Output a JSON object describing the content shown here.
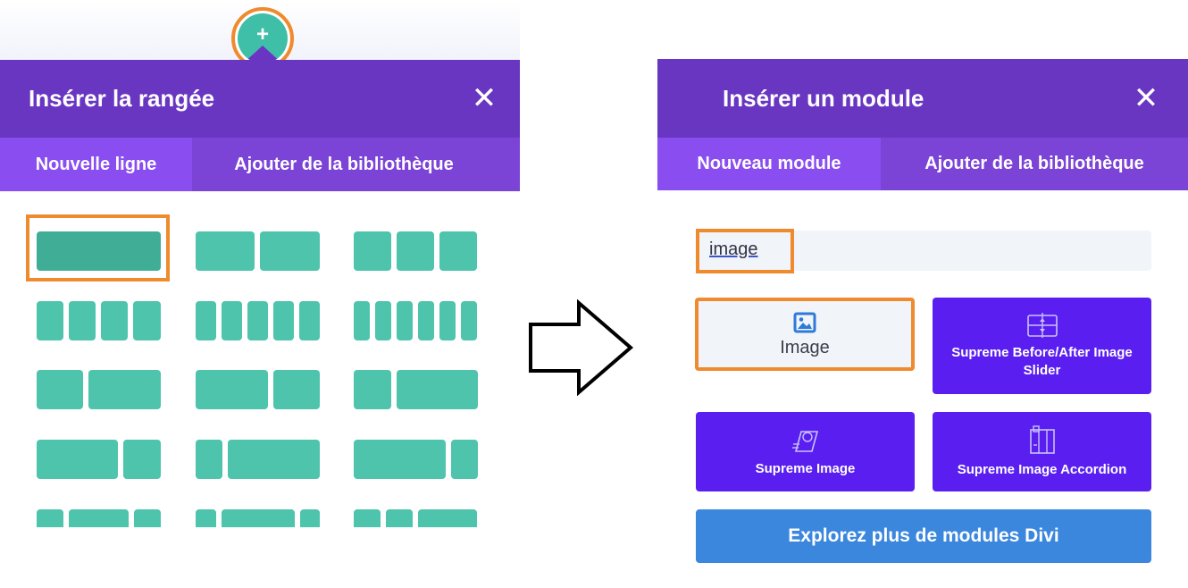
{
  "colors": {
    "header_purple": "#6936c2",
    "tab_bar": "#7b43d6",
    "tab_active": "#8a4df0",
    "layout_teal": "#4dc4ab",
    "layout_selected": "#40ad96",
    "highlight_orange": "#f08a2e",
    "module_purple": "#5a1ff0",
    "explore_blue": "#3a87dd"
  },
  "add_button": {
    "icon": "plus-icon",
    "label": "+"
  },
  "row_panel": {
    "title": "Insérer la rangée",
    "close_label": "✕",
    "tabs": [
      {
        "label": "Nouvelle ligne",
        "active": true
      },
      {
        "label": "Ajouter de la bibliothèque",
        "active": false
      }
    ]
  },
  "module_panel": {
    "title": "Insérer un module",
    "close_label": "✕",
    "tabs": [
      {
        "label": "Nouveau module",
        "active": true
      },
      {
        "label": "Ajouter de la bibliothèque",
        "active": false
      }
    ],
    "search_value": "image",
    "modules": [
      {
        "label": "Image",
        "icon": "image-icon"
      },
      {
        "label": "Supreme Before/After Image Slider",
        "icon": "before-after-slider-icon"
      },
      {
        "label": "Supreme Image",
        "icon": "supreme-image-icon"
      },
      {
        "label": "Supreme Image Accordion",
        "icon": "image-accordion-icon"
      }
    ],
    "explore_label": "Explorez plus de modules Divi"
  },
  "arrow": {
    "icon": "right-arrow-icon"
  }
}
